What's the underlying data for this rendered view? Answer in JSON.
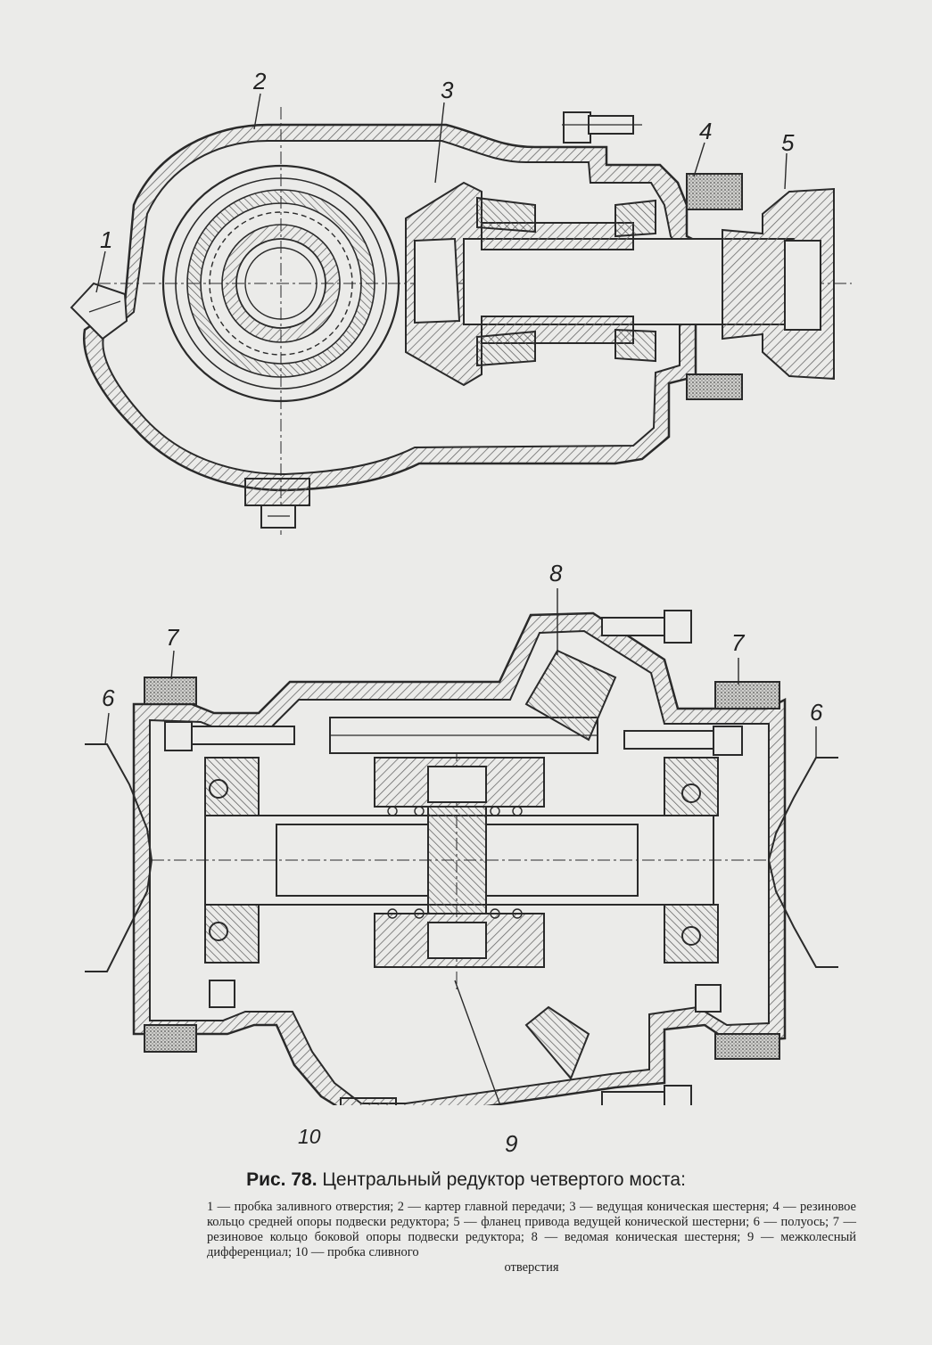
{
  "labels": {
    "l1": "1",
    "l2": "2",
    "l3": "3",
    "l4": "4",
    "l5": "5",
    "l6a": "6",
    "l6b": "6",
    "l7a": "7",
    "l7b": "7",
    "l8": "8",
    "l9": "9",
    "l10": "10"
  },
  "caption": {
    "figure": "Рис. 78.",
    "title": "Центральный редуктор четвертого моста:",
    "legend": "1 — пробка заливного отверстия; 2 — картер главной передачи; 3 — ведущая коническая шестерня; 4 — резиновое кольцо средней опоры подвески редуктора; 5 — фланец привода ведущей конической шестерни; 6 — полуось; 7 — резиновое кольцо боковой опоры подвески редуктора; 8 — ведомая коническая шестерня; 9 — межколесный дифференциал; 10 — пробка сливного",
    "legend_end": "отверстия"
  },
  "colors": {
    "ink": "#2a2a2a",
    "paper": "#ebebe9",
    "hatch": "#6a6a6a"
  }
}
